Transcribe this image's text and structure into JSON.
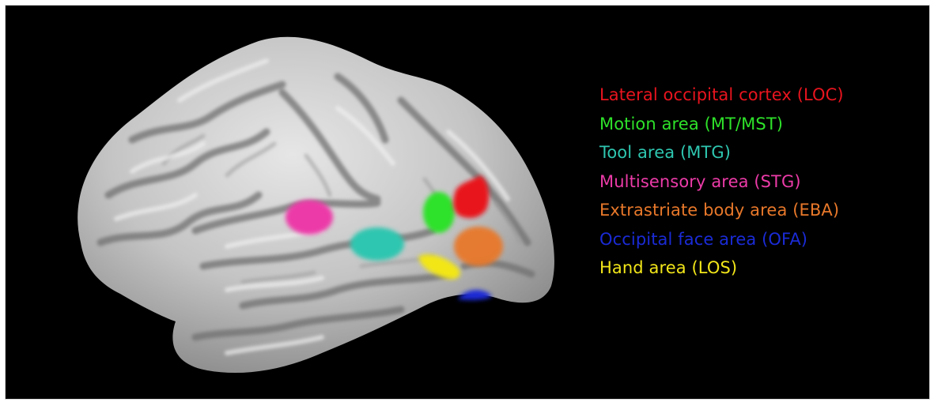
{
  "legend": {
    "items": [
      {
        "label": "Lateral occipital cortex (LOC)",
        "color": "#e8141e",
        "key": "loc"
      },
      {
        "label": "Motion area (MT/MST)",
        "color": "#2ee12a",
        "key": "mt"
      },
      {
        "label": "Tool area (MTG)",
        "color": "#2ec6b0",
        "key": "mtg"
      },
      {
        "label": "Multisensory area (STG)",
        "color": "#ec3ba8",
        "key": "stg"
      },
      {
        "label": "Extrastriate body area (EBA)",
        "color": "#e8782a",
        "key": "eba"
      },
      {
        "label": "Occipital face area (OFA)",
        "color": "#1a2bd6",
        "key": "ofa"
      },
      {
        "label": "Hand area (LOS)",
        "color": "#f2e619",
        "key": "los"
      }
    ]
  },
  "image": {
    "subject": "lateral view of inflated cortical surface",
    "background_color": "#000000",
    "surface_color": "#c9c9c9"
  }
}
